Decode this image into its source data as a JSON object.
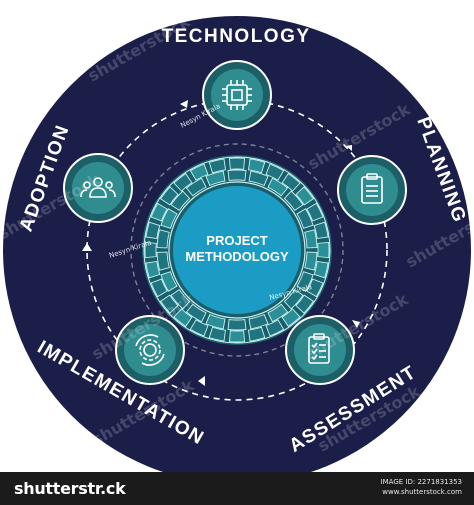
{
  "diagram": {
    "center": {
      "line1": "PROJECT",
      "line2": "METHODOLOGY"
    },
    "stages": [
      {
        "label": "TECHNOLOGY",
        "icon": "chip-icon"
      },
      {
        "label": "PLANNING",
        "icon": "clipboard-icon"
      },
      {
        "label": "ASSESSMENT",
        "icon": "checklist-icon"
      },
      {
        "label": "IMPLEMENTATION",
        "icon": "gear-cycle-icon"
      },
      {
        "label": "ADOPTION",
        "icon": "team-icon"
      }
    ],
    "credits": [
      "Nesyn Kirala",
      "Nesyn Kirala",
      "Nesyn Kirala"
    ],
    "colors": {
      "background": "#1c1e4a",
      "teal": "#2f8c8f",
      "teal_dark": "#1c5f66",
      "center": "#1a9cc4",
      "ring_gray": "#5a6478"
    }
  },
  "watermark": {
    "text": "shutterstock"
  },
  "footer": {
    "brand": "shutterstr.ck",
    "image_id": "IMAGE ID: 2271831353",
    "site": "www.shutterstock.com"
  }
}
